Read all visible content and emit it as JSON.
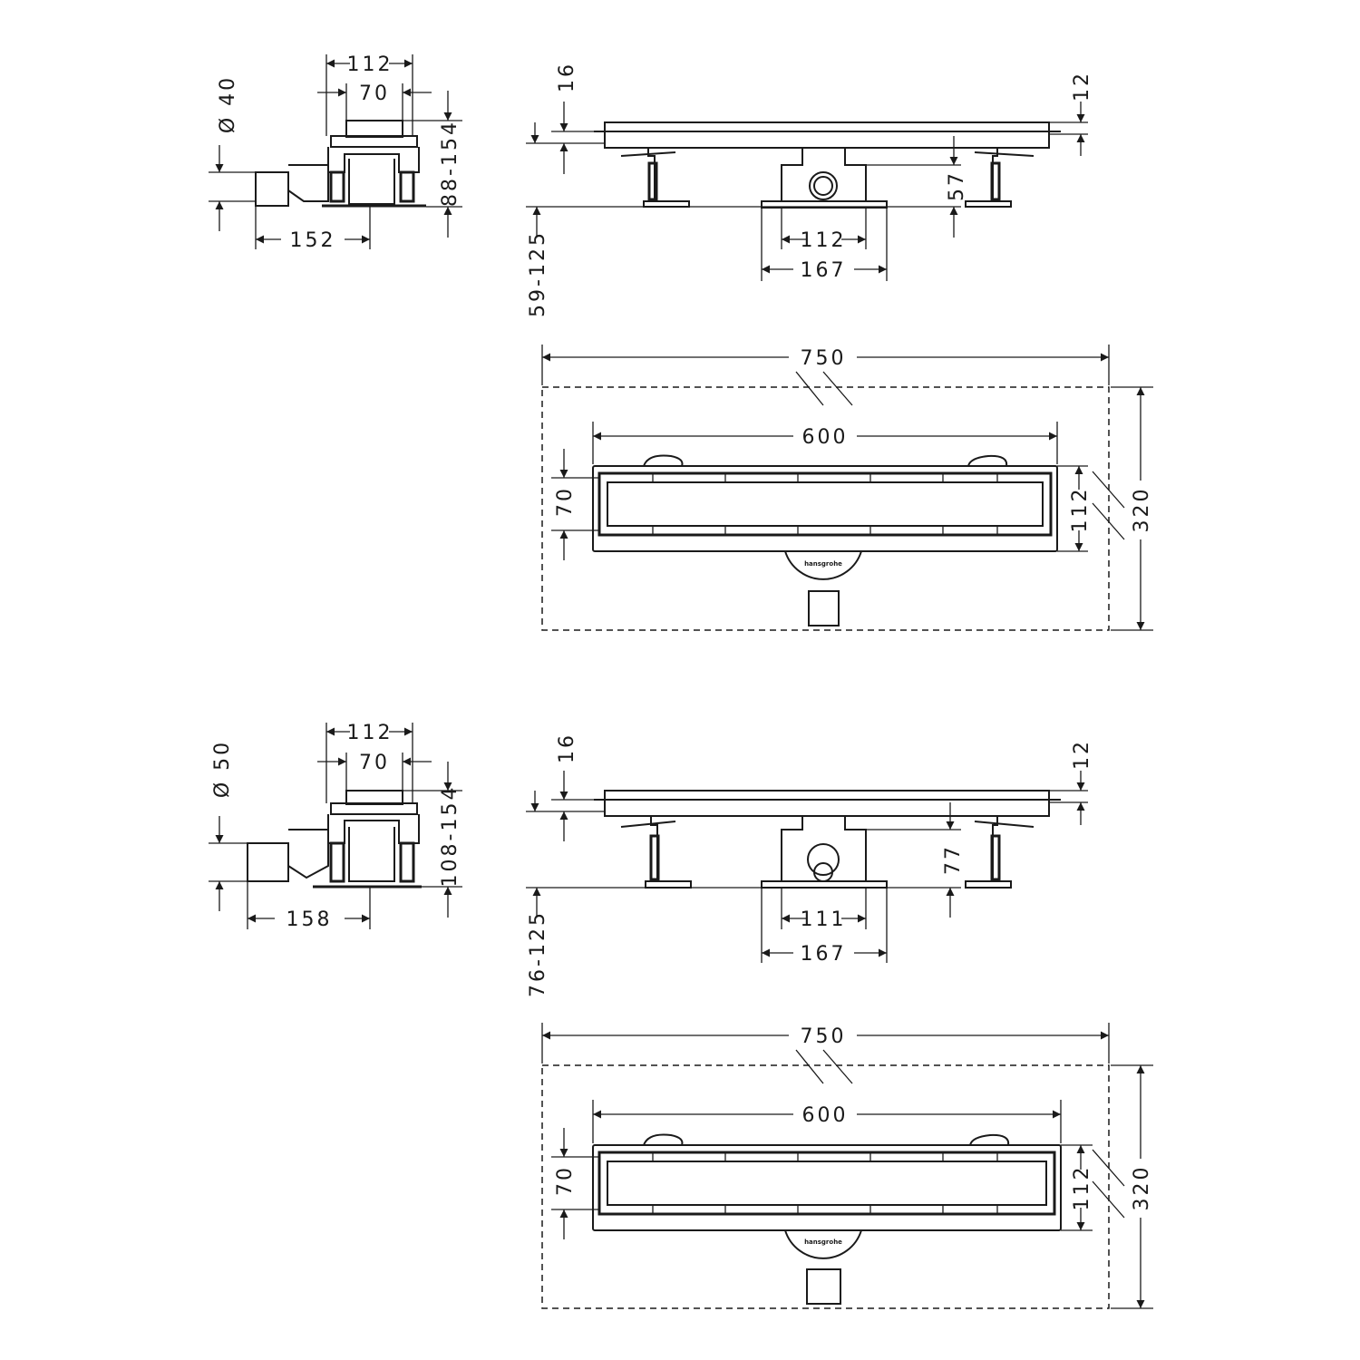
{
  "variant_40": {
    "side": {
      "overall_width": "112",
      "grate_width": "70",
      "outlet_diameter": "Ø 40",
      "height_range": "88-154",
      "outlet_offset": "152"
    },
    "front": {
      "grate_top": "16",
      "flange": "12",
      "outlet_axis": "57",
      "body_inner": "112",
      "body_outer": "167",
      "install_height": "59-125"
    },
    "top": {
      "overall_length": "750",
      "channel_length": "600",
      "grate_width": "70",
      "channel_width": "112",
      "overall_width": "320"
    }
  },
  "variant_50": {
    "side": {
      "overall_width": "112",
      "grate_width": "70",
      "outlet_diameter": "Ø 50",
      "height_range": "108-154",
      "outlet_offset": "158"
    },
    "front": {
      "grate_top": "16",
      "flange": "12",
      "outlet_axis": "77",
      "body_inner": "111",
      "body_outer": "167",
      "install_height": "76-125"
    },
    "top": {
      "overall_length": "750",
      "channel_length": "600",
      "grate_width": "70",
      "channel_width": "112",
      "overall_width": "320"
    }
  },
  "brand_mark": "hansgrohe",
  "colors": {
    "line": "#1a1a1a",
    "background": "#ffffff"
  }
}
